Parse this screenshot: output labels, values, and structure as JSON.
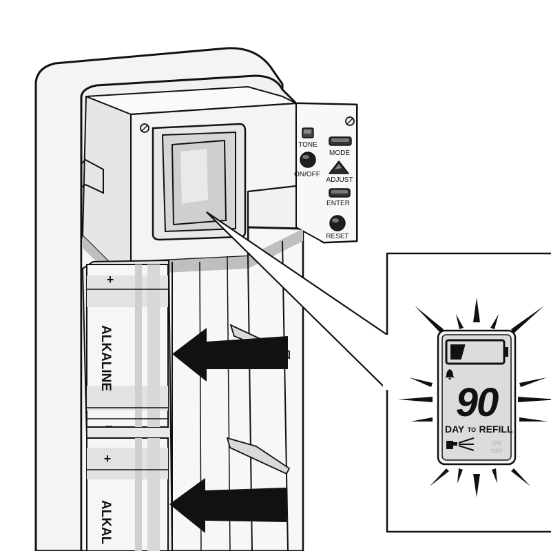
{
  "controls": {
    "tone": "TONE",
    "on_off": "ON/OFF",
    "mode": "MODE",
    "adjust": "ADJUST",
    "enter": "ENTER",
    "reset": "RESET"
  },
  "batteries": {
    "top_label": "ALKALINE",
    "bottom_label": "ALKAL",
    "plus_sign": "+",
    "minus_sign": "−"
  },
  "lcd": {
    "number": "90",
    "day_text": "DAY",
    "to_text": "TO",
    "refill_text": "REFILL",
    "faded_on": "ON",
    "faded_off": "OFF",
    "battery_fill_level": 0.3
  },
  "colors": {
    "outline": "#111111",
    "body_fill": "#f4f4f4",
    "shade": "#d9d9d9",
    "battery_band": "#c8c8c8",
    "lcd_screen": "#dcdcdc",
    "arrow": "#111111"
  }
}
